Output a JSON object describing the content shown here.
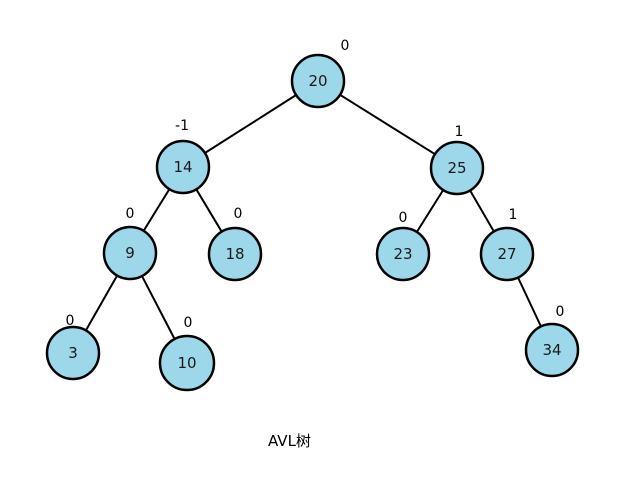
{
  "caption": "AVL树",
  "colors": {
    "node_fill": "#9dd8ea",
    "node_stroke": "#000000",
    "edge": "#000000"
  },
  "nodes": [
    {
      "id": "n20",
      "label": "20",
      "balance": "0"
    },
    {
      "id": "n14",
      "label": "14",
      "balance": "-1"
    },
    {
      "id": "n25",
      "label": "25",
      "balance": "1"
    },
    {
      "id": "n9",
      "label": "9",
      "balance": "0"
    },
    {
      "id": "n18",
      "label": "18",
      "balance": "0"
    },
    {
      "id": "n23",
      "label": "23",
      "balance": "0"
    },
    {
      "id": "n27",
      "label": "27",
      "balance": "1"
    },
    {
      "id": "n3",
      "label": "3",
      "balance": "0"
    },
    {
      "id": "n10",
      "label": "10",
      "balance": "0"
    },
    {
      "id": "n34",
      "label": "34",
      "balance": "0"
    }
  ],
  "edges": [
    {
      "from": "n20",
      "to": "n14"
    },
    {
      "from": "n20",
      "to": "n25"
    },
    {
      "from": "n14",
      "to": "n9"
    },
    {
      "from": "n14",
      "to": "n18"
    },
    {
      "from": "n25",
      "to": "n23"
    },
    {
      "from": "n25",
      "to": "n27"
    },
    {
      "from": "n9",
      "to": "n3"
    },
    {
      "from": "n9",
      "to": "n10"
    },
    {
      "from": "n27",
      "to": "n34"
    }
  ]
}
